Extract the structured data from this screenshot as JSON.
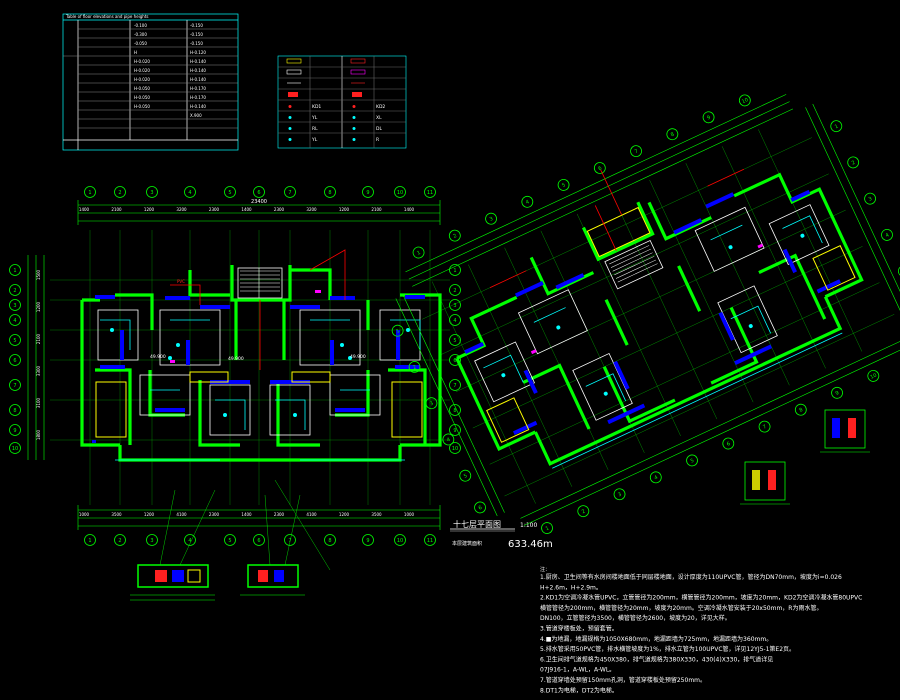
{
  "elevation_table": {
    "title": "Table of floor elevations and pipe heights",
    "rows": [
      [
        "",
        "",
        "-0.100",
        "-0.150"
      ],
      [
        "",
        "",
        "-0.300",
        "-0.150"
      ],
      [
        "",
        "",
        "-0.050",
        "-0.150"
      ],
      [
        "",
        "",
        "H",
        "H-0.120"
      ],
      [
        "",
        "",
        "H-0.020",
        "H-0.140"
      ],
      [
        "",
        "",
        "H-0.020",
        "H-0.140"
      ],
      [
        "",
        "",
        "H-0.020",
        "H-0.140"
      ],
      [
        "",
        "",
        "H-0.050",
        "H-0.170"
      ],
      [
        "",
        "",
        "H-0.050",
        "H-0.170"
      ],
      [
        "",
        "",
        "H-0.050",
        "H-0.140"
      ],
      [
        "",
        "",
        "",
        "X.900"
      ]
    ]
  },
  "legend": {
    "items": [
      {
        "label": "KD1",
        "color": "#ff2020"
      },
      {
        "label": "KD2",
        "color": "#ff2020"
      },
      {
        "label": "YL",
        "color": "#00ffff"
      },
      {
        "label": "XL",
        "color": "#00ffff"
      },
      {
        "label": "RL",
        "color": "#00ffff"
      },
      {
        "label": "DL",
        "color": "#00ffff"
      },
      {
        "label": "YL",
        "color": "#00ffff"
      },
      {
        "label": "R",
        "color": "#00ffff"
      }
    ]
  },
  "main_plan": {
    "total_dimension": "23400",
    "scale_title": "十七层平面图",
    "scale_label": "1:100",
    "area_label": "本层建筑面积",
    "area_value": "633.46m",
    "top_dims": [
      "1400",
      "2100",
      "1200",
      "3200",
      "2300",
      "1400",
      "2300",
      "3200",
      "1200",
      "2100",
      "1400"
    ],
    "bottom_dims": [
      "1000",
      "3500",
      "1200",
      "4100",
      "2300",
      "1400",
      "2300",
      "4100",
      "1200",
      "3500",
      "1000"
    ],
    "axis_numbers": [
      "1",
      "2",
      "3",
      "4",
      "5",
      "6",
      "7",
      "8",
      "9",
      "10",
      "11",
      "12"
    ],
    "side_dims": [
      "1500",
      "1200",
      "2100",
      "3300",
      "3100",
      "1800"
    ]
  },
  "notes": {
    "header": "注：",
    "lines": [
      "1.厨房、卫生间等有水房间楼地面低于同层楼地面，设计厚度为110UPVC管，管径为DN70mm，坡度为i=0.026",
      "H+2.6m，H+2.9m。",
      "2.KD1为空调冷凝水管UPVC，立管管径为200mm，横管管径为200mm，坡度为20mm，KD2为空调冷凝水管80UPVC",
      "横管管径为200mm，横管管径为20mm，坡度为20mm。空调冷凝水管安装于20x50mm，R为雨水管。",
      "DN100，立管管径为3500，横管管径为2600，坡度为20，详见大样。",
      "3.管道穿楼板处，预留套管。",
      "4.■为地漏，地漏规格为1050X680mm，地漏距墙为725mm，地漏距墙为360mm。",
      "5.排水管采用50PVC管，排水横管坡度为1%，排水立管为100UPVC管，详见12YJ5-1第E2页。",
      "6.卫生间排气道规格为450X380，排气道规格为380X330，430(4)X330，排气道详见",
      "07J916-1，A-WL，A-WL。",
      "7.管道穿墙处预留150mm孔洞，管道穿楼板处预留250mm。",
      "8.DT1为电梯，DT2为电梯。"
    ]
  },
  "annotations": {
    "label_a": "PVC",
    "elev_1": "49.900",
    "elev_2": "49.900",
    "elev_3": "49.900"
  },
  "colors": {
    "wall": "#00ff00",
    "dim": "#00ff00",
    "blue": "#0000ff",
    "cyan": "#00ffff",
    "red": "#ff0000",
    "magenta": "#ff00ff",
    "yellow": "#ffff00",
    "white": "#ffffff"
  }
}
